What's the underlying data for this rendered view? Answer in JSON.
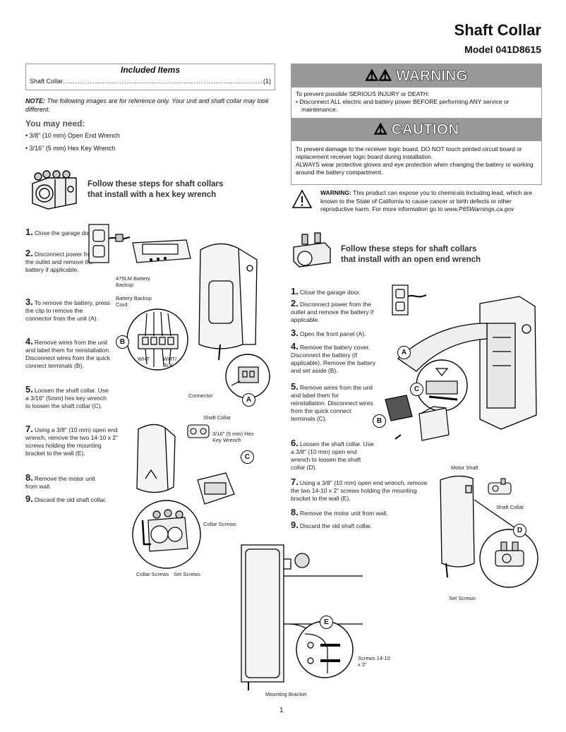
{
  "header": {
    "title": "Shaft Collar",
    "model": "Model 041D8615"
  },
  "included": {
    "heading": "Included Items",
    "item": "Shaft Collar",
    "qty": "(1)"
  },
  "note": {
    "prefix": "NOTE:",
    "text": " The following images are for reference only. Your unit and shaft collar may look different."
  },
  "need": {
    "heading": "You may need:",
    "items": [
      "• 3/8\" (10 mm) Open End Wrench",
      "• 3/16\" (5 mm) Hex Key Wrench"
    ]
  },
  "hex_section": {
    "heading_1": "Follow these steps for shaft collars",
    "heading_2": "that install with a hex key wrench",
    "steps": [
      {
        "n": "1.",
        "t": "Close the garage door."
      },
      {
        "n": "2.",
        "t": "Disconnect power from the outlet and remove the battery if applicable."
      },
      {
        "n": "3.",
        "t": "To remove the battery, press the clip to remove the connector from the unit (A)."
      },
      {
        "n": "4.",
        "t": "Remove wires from the unit and label them for reinstallation. Disconnect wires from the quick connect terminals (B)."
      },
      {
        "n": "5.",
        "t": "Loosen the shaft collar. Use a 3/16\" (5mm) hex key wrench to loosen the shaft collar (C)."
      },
      {
        "n": "7.",
        "t": "Using a 3/8\" (10 mm) open end wrench, remove the two 14-10 x 2\" screws holding the mounting bracket to the wall (E)."
      },
      {
        "n": "8.",
        "t": "Remove the motor unit from wall."
      },
      {
        "n": "9.",
        "t": "Discard the old shaft collar."
      }
    ]
  },
  "warning": {
    "title": "WARNING",
    "line1": "To prevent possible SERIOUS INJURY or DEATH:",
    "line2": "• Disconnect ALL electric and battery power BEFORE performing ANY service or maintenance."
  },
  "caution": {
    "title": "CAUTION",
    "line1": "To prevent damage to the receiver logic board, DO NOT touch printed circuit board or replacement receiver logic board during installation.",
    "line2": "ALWAYS wear protective gloves and eye protection when changing the battery or working around the battery compartment."
  },
  "prop65": {
    "prefix": "WARNING:",
    "text": " This product can expose you to chemicals including lead, which are known to the State of California to cause cancer or birth defects or other reproductive harm. For more information go to ",
    "link": "www.P65Warnings.ca.gov"
  },
  "wrench_section": {
    "heading_1": "Follow these steps for shaft collars",
    "heading_2": "that install with an open end wrench",
    "steps": [
      {
        "n": "1.",
        "t": "Close the garage door."
      },
      {
        "n": "2.",
        "t": "Disconnect power from the outlet and remove the battery if applicable."
      },
      {
        "n": "3.",
        "t": "Open the front panel (A)."
      },
      {
        "n": "4.",
        "t": "Remove the battery cover. Disconnect the battery (if applicable). Remove the battery and set aside (B)."
      },
      {
        "n": "5.",
        "t": "Remove wires from the unit and label them for reinstallation. Disconnect wires from the quick connect terminals (C)."
      },
      {
        "n": "6.",
        "t": "Loosen the shaft collar. Use a 3/8\" (10 mm) open end wrench to loosen the shaft collar (D)."
      },
      {
        "n": "7.",
        "t": "Using a 3/8\" (10 mm) open end wrench, remove the two 14-10 x 2\" screws holding the mounting bracket to the wall (E)."
      },
      {
        "n": "8.",
        "t": "Remove the motor unit from wall."
      },
      {
        "n": "9.",
        "t": "Discard the old shaft collar."
      }
    ]
  },
  "labels": {
    "battery_backup": "475LM Battery Backup",
    "backup_cord": "Battery Backup Cord",
    "wht": "WHT",
    "wht_blk": "WHT/ BLK",
    "connector": "Connector",
    "shaft_collar": "Shaft Collar",
    "hex_key": "3/16\" (5 mm) Hex Key Wrench",
    "collar_screws": "Collar Screws",
    "set_screws": "Set Screws",
    "motor_shaft": "Motor Shaft",
    "screws": "Screws 14-10 x 2\"",
    "mounting_bracket": "Mounting Bracket"
  },
  "callouts": {
    "a": "A",
    "b": "B",
    "c": "C",
    "d": "D",
    "e": "E"
  },
  "page_number": "1"
}
